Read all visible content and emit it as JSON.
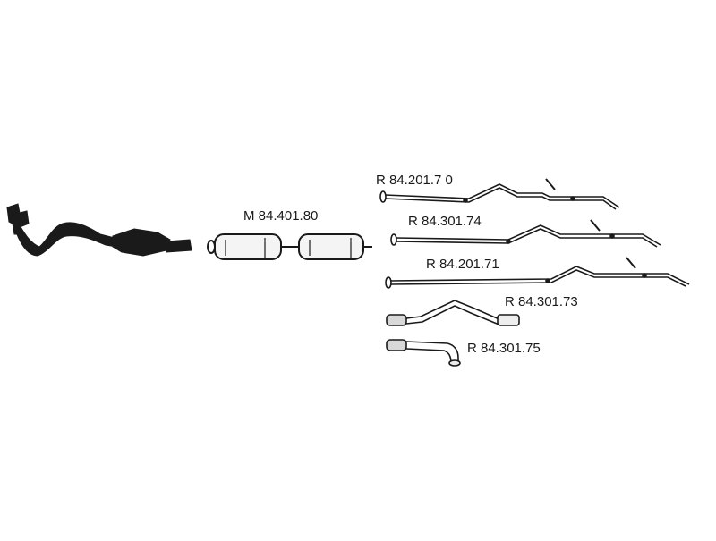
{
  "diagram": {
    "parts": [
      {
        "id": "catalyst",
        "label": "",
        "kind": "catalytic-converter"
      },
      {
        "id": "m84401_80",
        "label": "M 84.401.80",
        "kind": "middle-muffler"
      },
      {
        "id": "r84201_70",
        "label": "R 84.201.7 0",
        "kind": "rear-pipe"
      },
      {
        "id": "r84301_74",
        "label": "R 84.301.74",
        "kind": "rear-pipe"
      },
      {
        "id": "r84201_71",
        "label": "R 84.201.71",
        "kind": "rear-pipe"
      },
      {
        "id": "r84301_73",
        "label": "R 84.301.73",
        "kind": "rear-pipe"
      },
      {
        "id": "r84301_75",
        "label": "R 84.301.75",
        "kind": "rear-pipe"
      }
    ],
    "colors": {
      "ink": "#1a1a1a",
      "background": "#ffffff"
    }
  }
}
